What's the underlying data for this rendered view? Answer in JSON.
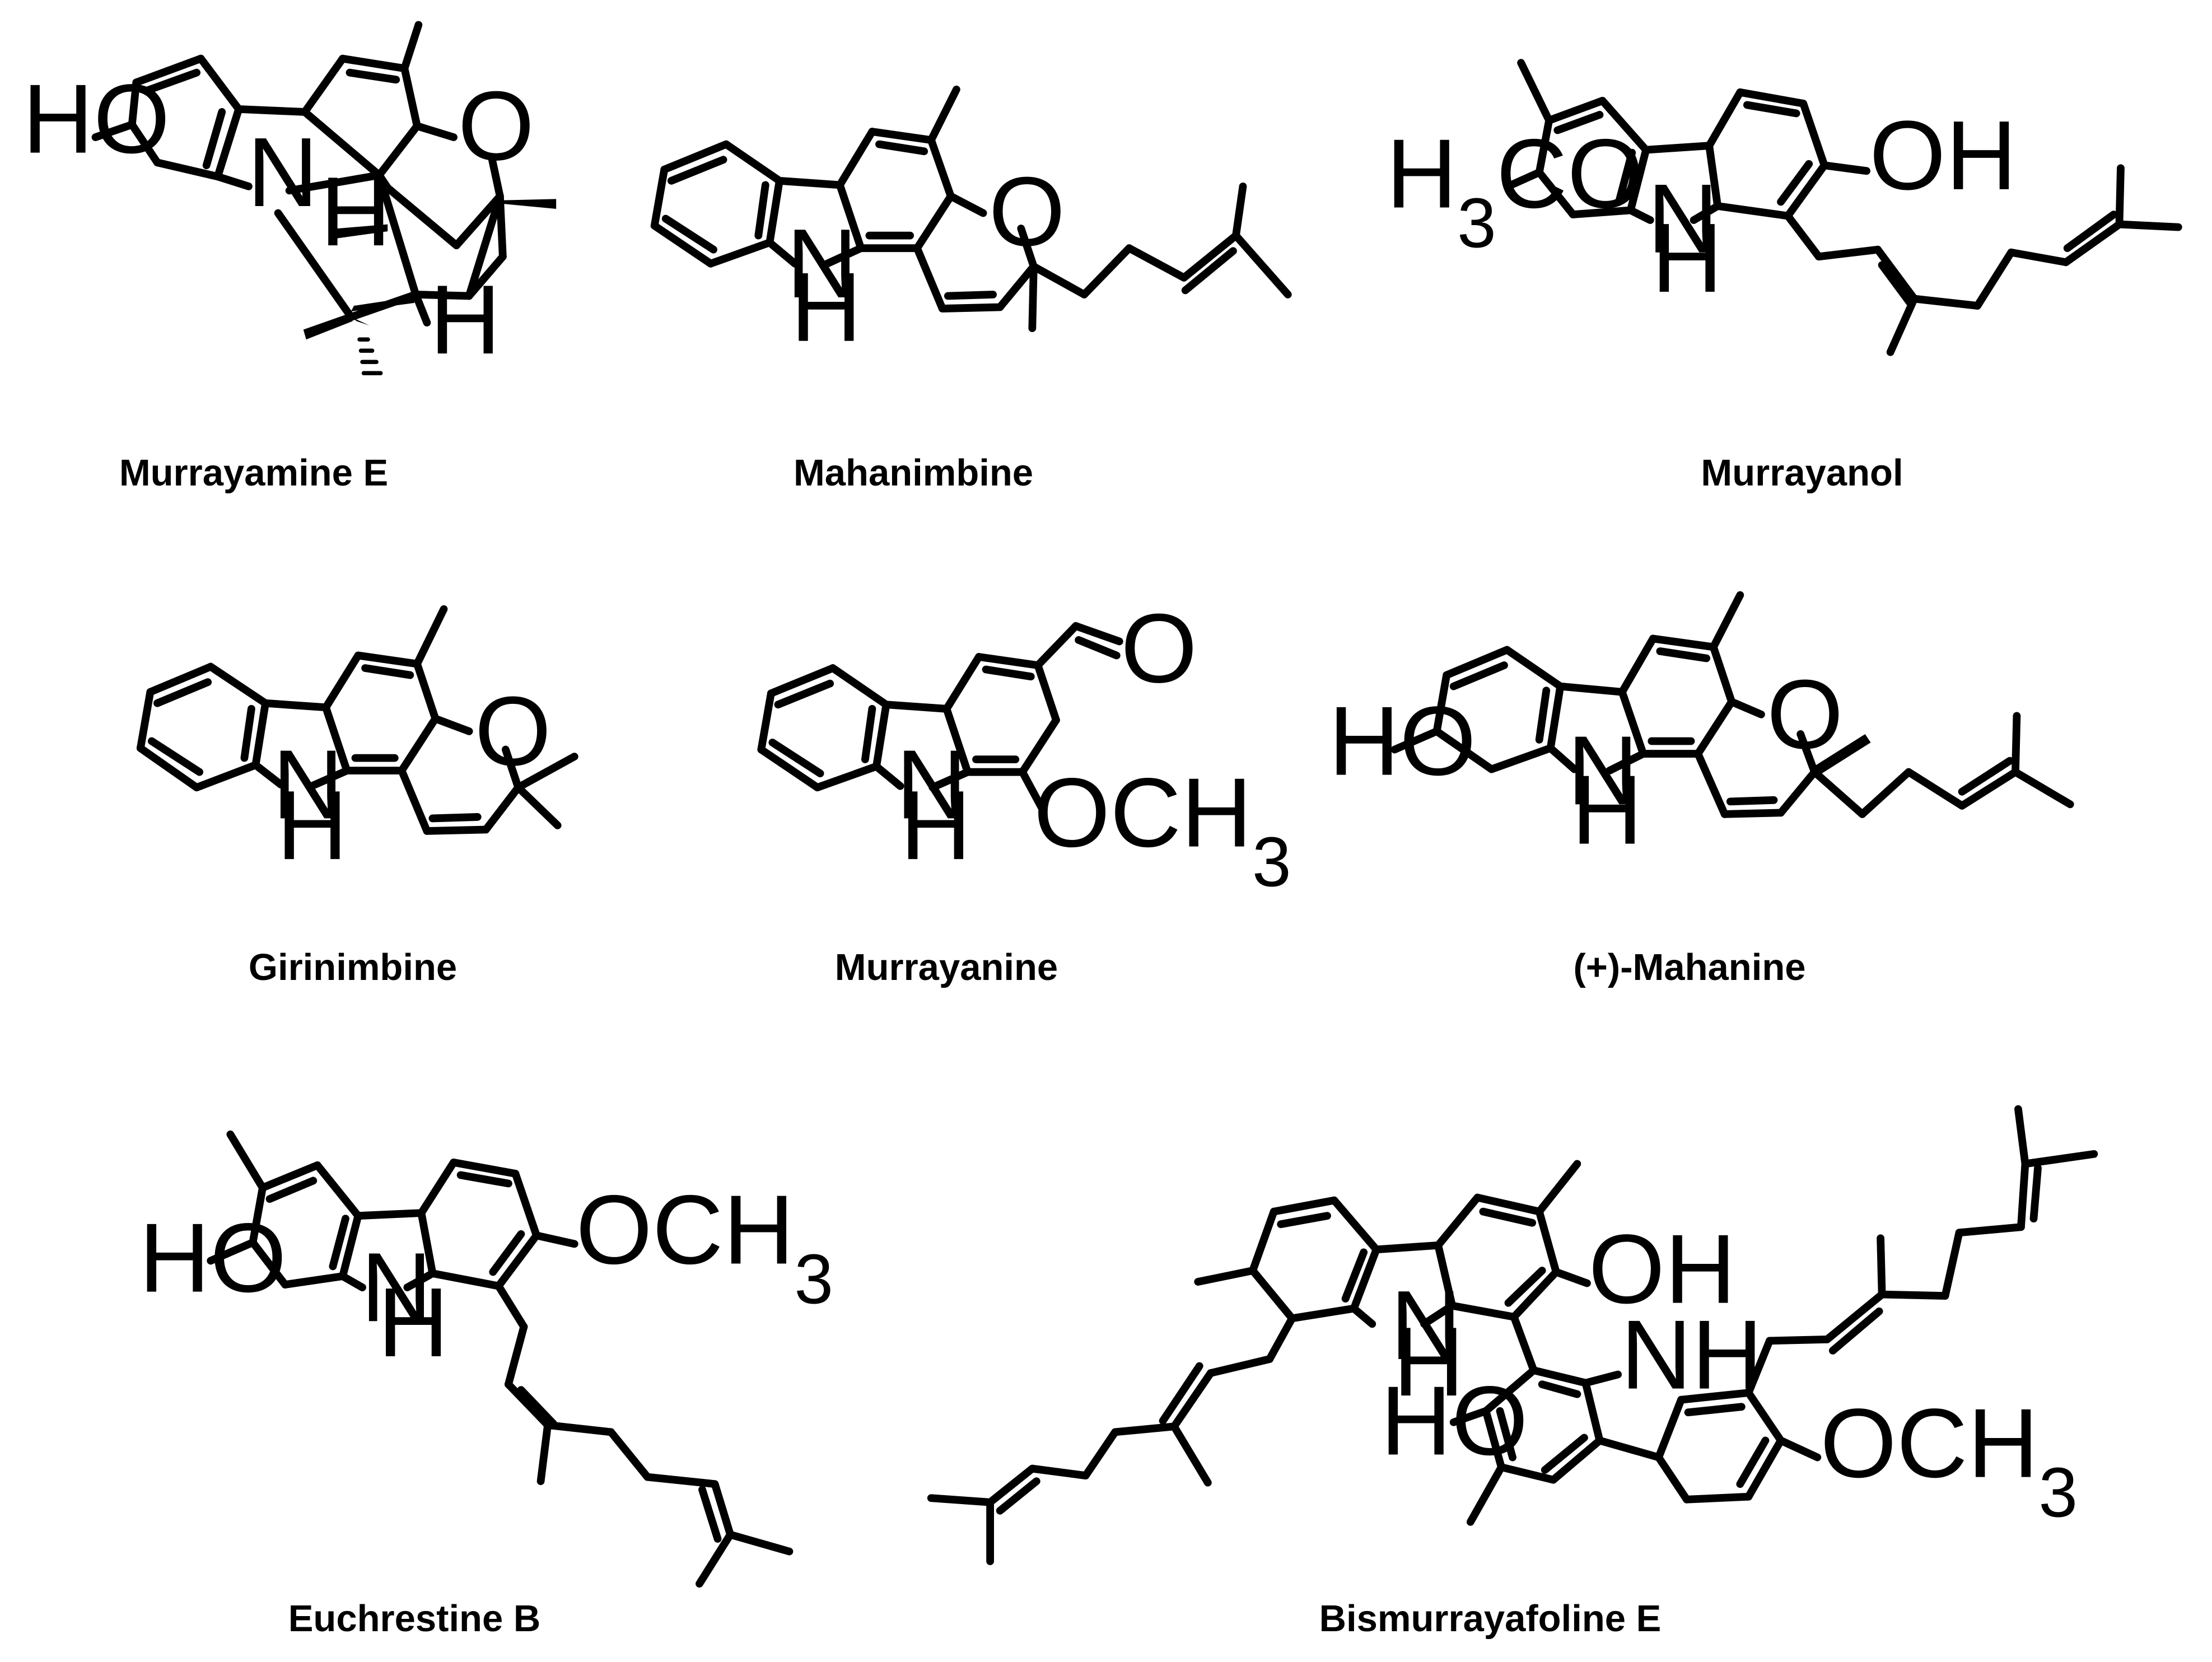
{
  "figure": {
    "compounds": [
      {
        "id": "murrayamine-e",
        "name": "Murrayamine E",
        "atom_labels": {
          "ho": "HO",
          "n": "N",
          "o": "O",
          "h1": "H",
          "h2": "H"
        }
      },
      {
        "id": "mahanimbine",
        "name": "Mahanimbine",
        "atom_labels": {
          "o": "O",
          "n": "N",
          "h": "H"
        }
      },
      {
        "id": "murrayanol",
        "name": "Murrayanol",
        "atom_labels": {
          "h3co": "H3CO",
          "oh": "OH",
          "n": "N",
          "h": "H"
        }
      },
      {
        "id": "girinimbine",
        "name": "Girinimbine",
        "atom_labels": {
          "o": "O",
          "n": "N",
          "h": "H"
        }
      },
      {
        "id": "murrayanine",
        "name": "Murrayanine",
        "atom_labels": {
          "o": "O",
          "n": "N",
          "h": "H",
          "och3": "OCH3"
        }
      },
      {
        "id": "mahanine",
        "name": "(+)-Mahanine",
        "atom_labels": {
          "ho": "HO",
          "o": "O",
          "n": "N",
          "h": "H"
        }
      },
      {
        "id": "euchrestine-b",
        "name": "Euchrestine B",
        "atom_labels": {
          "ho": "HO",
          "och3": "OCH3",
          "n": "N",
          "h": "H"
        }
      },
      {
        "id": "bismurrayafoline-e",
        "name": "Bismurrayafoline E",
        "atom_labels": {
          "n": "N",
          "h": "H",
          "oh": "OH",
          "nh": "NH",
          "ho": "HO",
          "och3": "OCH3"
        }
      }
    ]
  }
}
